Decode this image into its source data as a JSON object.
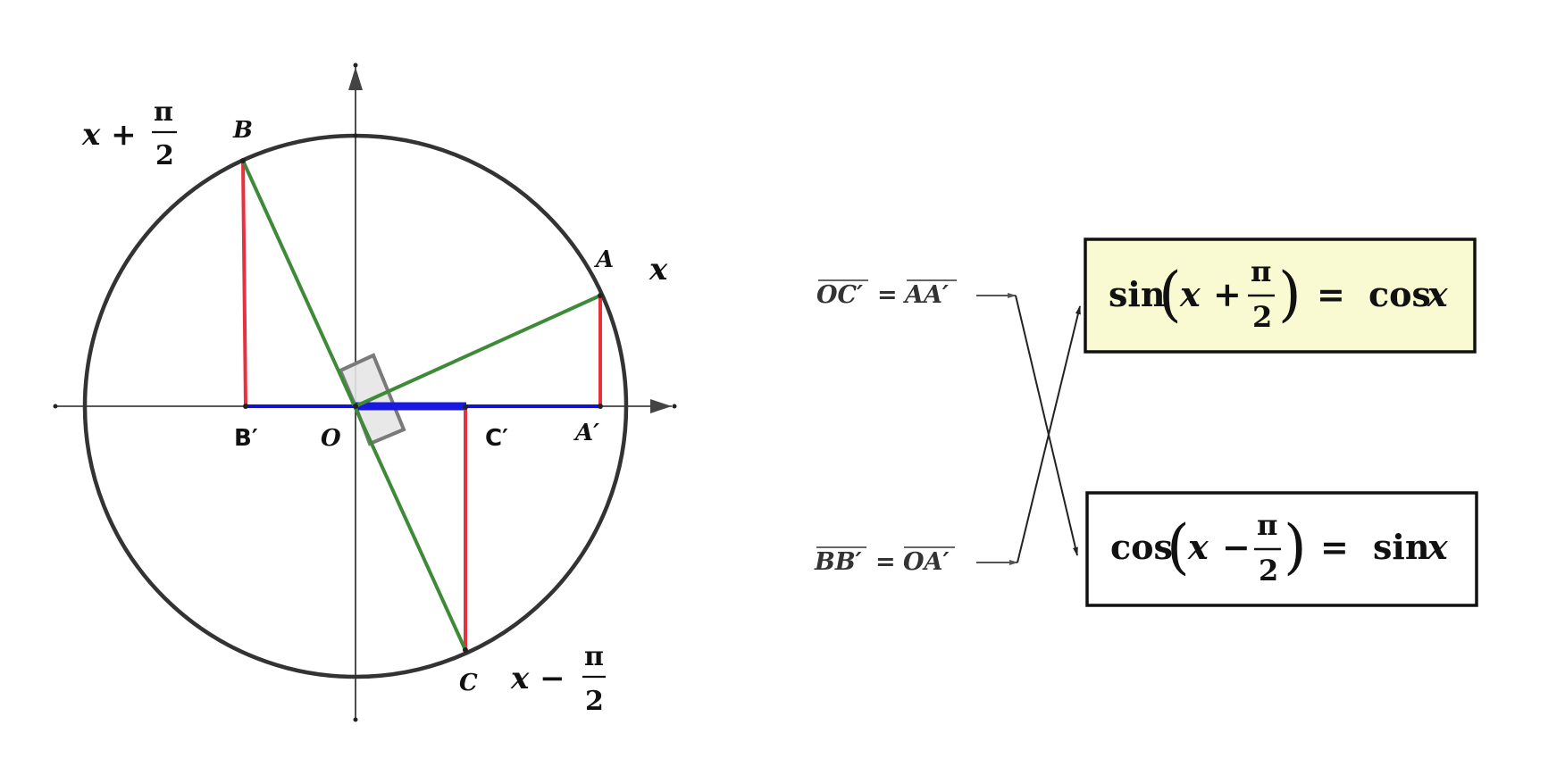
{
  "diagram": {
    "colors": {
      "circle": "#333333",
      "axes": "#222222",
      "radius": "#3e8a38",
      "sine": "#e8313f",
      "cosine": "#1212cc",
      "right_angle_fill": "#e6e6e6",
      "right_angle_stroke": "#7a7a7a",
      "highlight_box": "#fafad2"
    },
    "points": {
      "A": "A",
      "B": "B",
      "C": "C",
      "O": "O",
      "A_prime": "A′",
      "B_prime": "B′",
      "C_prime": "C′"
    },
    "angles": {
      "a": {
        "text": "x"
      },
      "b": {
        "main": "x + ",
        "num": "π",
        "den": "2"
      },
      "c": {
        "main": "x − ",
        "num": "π",
        "den": "2"
      }
    }
  },
  "relations": {
    "r1": {
      "left": "OC′",
      "eq": "=",
      "right": "AA′"
    },
    "r2": {
      "left": "BB′",
      "eq": "=",
      "right": "OA′"
    }
  },
  "identities": {
    "top": {
      "fn": "sin",
      "arg_var": "x",
      "arg_op": "+",
      "num": "π",
      "den": "2",
      "eq": "=",
      "rhs_fn": "cos",
      "rhs_var": "x",
      "highlighted": true
    },
    "bottom": {
      "fn": "cos",
      "arg_var": "x",
      "arg_op": "−",
      "num": "π",
      "den": "2",
      "eq": "=",
      "rhs_fn": "sin",
      "rhs_var": "x",
      "highlighted": false
    }
  },
  "icons": {
    "arrow": "arrow-icon",
    "right_angle": "right-angle-icon"
  }
}
